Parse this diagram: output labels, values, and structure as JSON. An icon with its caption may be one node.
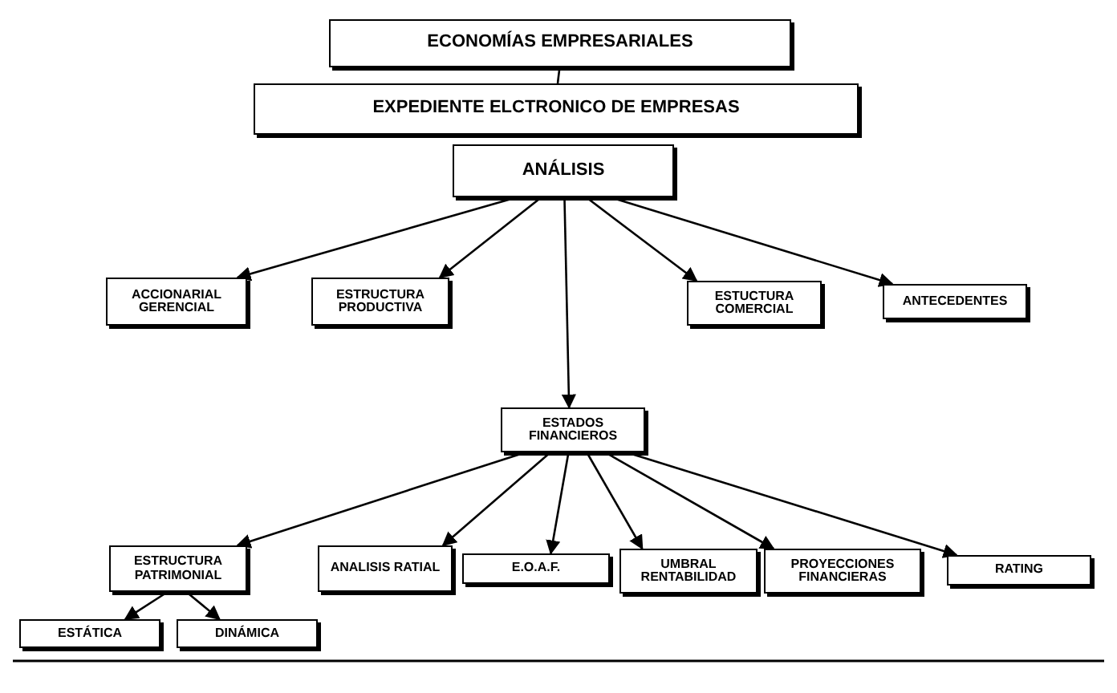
{
  "diagram": {
    "nodes": [
      {
        "text": [
          "ECONOMÍAS EMPRESARIALES"
        ]
      },
      {
        "text": [
          "EXPEDIENTE ELCTRONICO DE EMPRESAS"
        ]
      },
      {
        "text": [
          "ANÁLISIS"
        ]
      },
      {
        "text": [
          "ACCIONARIAL GERENCIAL"
        ]
      },
      {
        "text": [
          "ESTRUCTURA PRODUCTIVA"
        ]
      },
      {
        "text": [
          "ESTUCTURA COMERCIAL"
        ]
      },
      {
        "text": [
          "ANTECEDENTES"
        ]
      },
      {
        "text": [
          "ESTADOS FINANCIEROS"
        ]
      },
      {
        "text": [
          "ESTRUCTURA PATRIMONIAL"
        ]
      },
      {
        "text": [
          "ANALISIS RATIAL"
        ]
      },
      {
        "text": [
          "E.O.A.F."
        ]
      },
      {
        "text": [
          "UMBRAL RENTABILIDAD"
        ]
      },
      {
        "text": [
          "PROYECCIONES FINANCIERAS"
        ]
      },
      {
        "text": [
          "RATING"
        ]
      },
      {
        "text": [
          "ESTÁTICA"
        ]
      },
      {
        "text": [
          "DINÁMICA"
        ]
      }
    ],
    "edges": [
      {
        "from": 0,
        "to": 1,
        "arrow": "none"
      },
      {
        "from": 2,
        "to": 3,
        "arrow": "to"
      },
      {
        "from": 2,
        "to": 4,
        "arrow": "to"
      },
      {
        "from": 2,
        "to": 7,
        "arrow": "to"
      },
      {
        "from": 2,
        "to": 5,
        "arrow": "to"
      },
      {
        "from": 2,
        "to": 6,
        "arrow": "to"
      },
      {
        "from": 7,
        "to": 8,
        "arrow": "to"
      },
      {
        "from": 7,
        "to": 9,
        "arrow": "to"
      },
      {
        "from": 7,
        "to": 10,
        "arrow": "to"
      },
      {
        "from": 7,
        "to": 11,
        "arrow": "to"
      },
      {
        "from": 7,
        "to": 12,
        "arrow": "to"
      },
      {
        "from": 7,
        "to": 13,
        "arrow": "to"
      },
      {
        "from": 8,
        "to": 14,
        "arrow": "to"
      },
      {
        "from": 8,
        "to": 15,
        "arrow": "to"
      }
    ]
  }
}
